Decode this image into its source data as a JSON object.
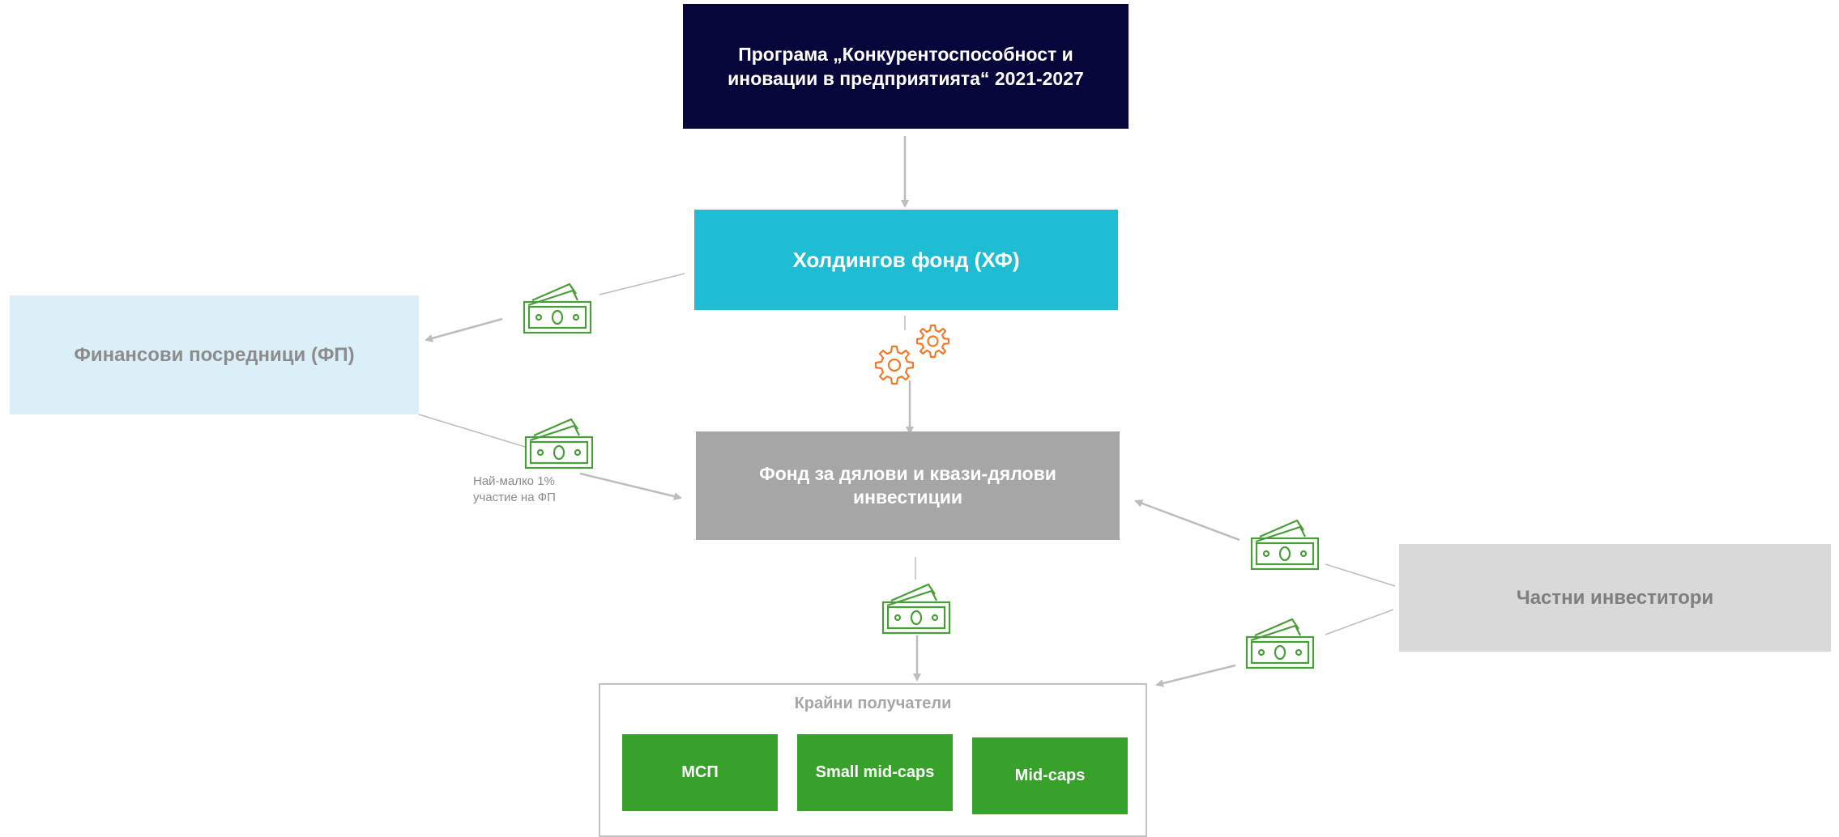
{
  "nodes": {
    "program": "Програма „Конкурентоспособност и иновации в предприятията“ 2021-2027",
    "holding_fund": "Холдингов фонд (ХФ)",
    "financial_intermediaries": "Финансови посредници (ФП)",
    "equity_fund": "Фонд за дялови и квази-дялови инвестиции",
    "private_investors": "Частни инвеститори",
    "final_recipients": {
      "title": "Крайни получатели",
      "items": [
        "МСП",
        "Small mid-caps",
        "Mid-caps"
      ]
    }
  },
  "annotations": {
    "min_participation": "Най-малко 1%\nучастие на ФП"
  },
  "colors": {
    "program": "#07063a",
    "holding_fund": "#1ebdd4",
    "financial_intermediaries": "#dbeff8",
    "equity_fund": "#a6a6a6",
    "private_investors": "#d9d9d9",
    "final_recipients": "#38a12c",
    "money_icon": "#4a9e3a",
    "gear_icon": "#ee7a2a",
    "arrows": "#bdbdbd"
  },
  "icons": [
    "money-icon",
    "gears-icon"
  ]
}
